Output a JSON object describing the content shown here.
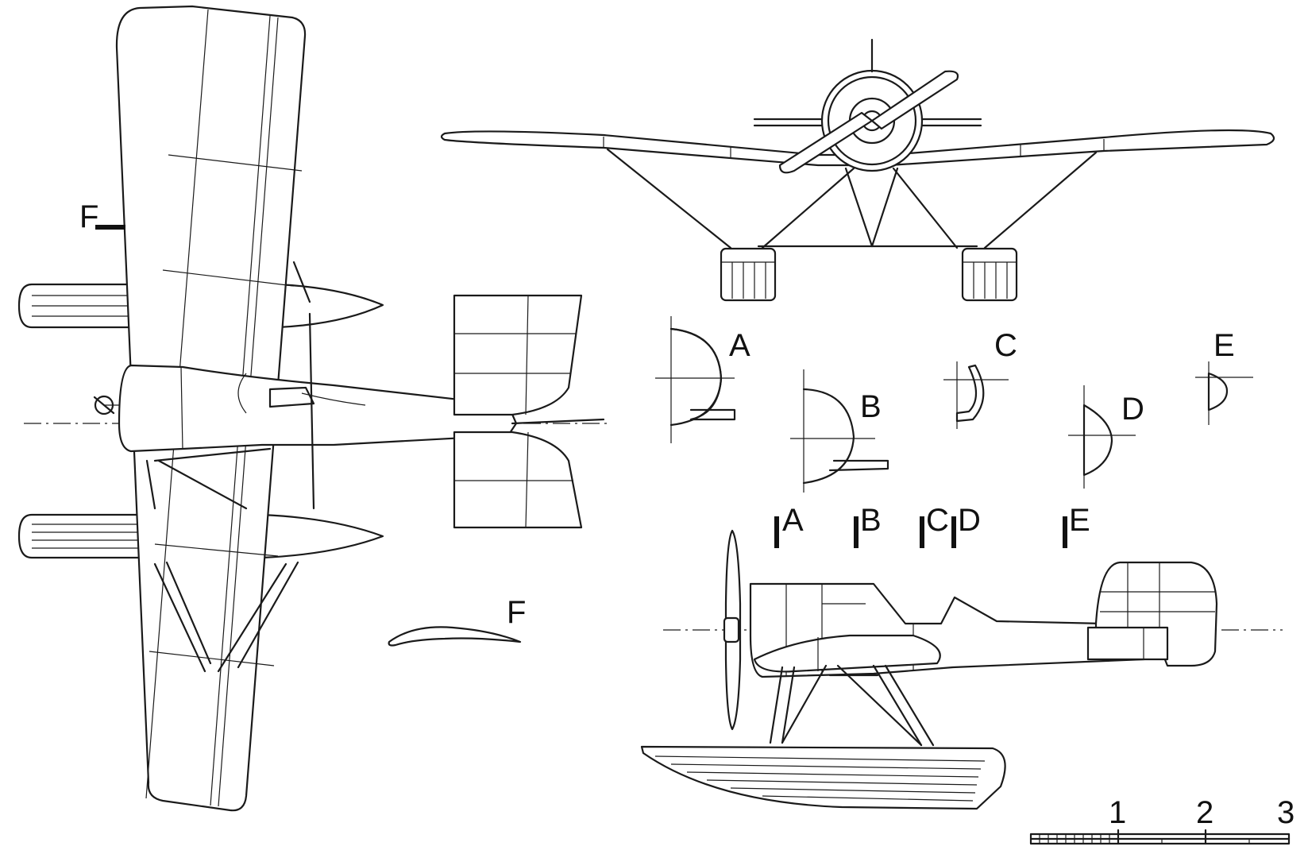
{
  "section_labels": {
    "A": "A",
    "B": "B",
    "C": "C",
    "D": "D",
    "E": "E",
    "F": "F"
  },
  "section_markers": {
    "A": "A",
    "B": "B",
    "C": "C",
    "D": "D",
    "E": "E",
    "F": "F"
  },
  "scale_bar": {
    "tick_1": "1",
    "tick_2": "2",
    "tick_3": "3"
  }
}
